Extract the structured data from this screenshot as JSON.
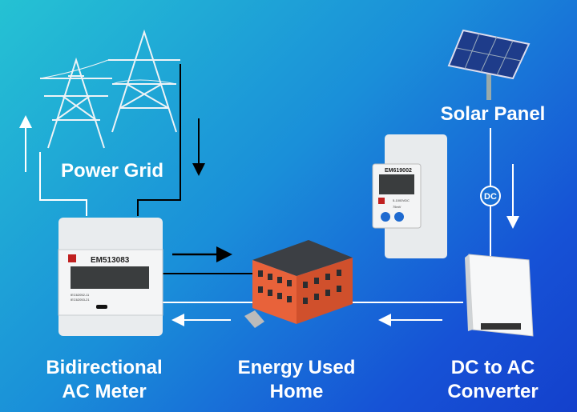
{
  "labels": {
    "power_grid": "Power Grid",
    "solar_panel": "Solar Panel",
    "bidirectional_meter_line1": "Bidirectional",
    "bidirectional_meter_line2": "AC Meter",
    "energy_used_line1": "Energy Used",
    "energy_used_line2": "Home",
    "converter_line1": "DC to AC",
    "converter_line2": "Converter",
    "dc_badge": "DC"
  },
  "ac_meter": {
    "model": "EM513083",
    "std1": "IEC62052-11",
    "std2": "IEC62053-21"
  },
  "dc_meter": {
    "model": "EM619002",
    "range": "5-1000VDC",
    "shunt": "75mV"
  },
  "colors": {
    "bg_start": "#25c2d3",
    "bg_end": "#1440cc",
    "building": "#e8623a",
    "line_white": "#ffffff",
    "line_black": "#000000"
  }
}
